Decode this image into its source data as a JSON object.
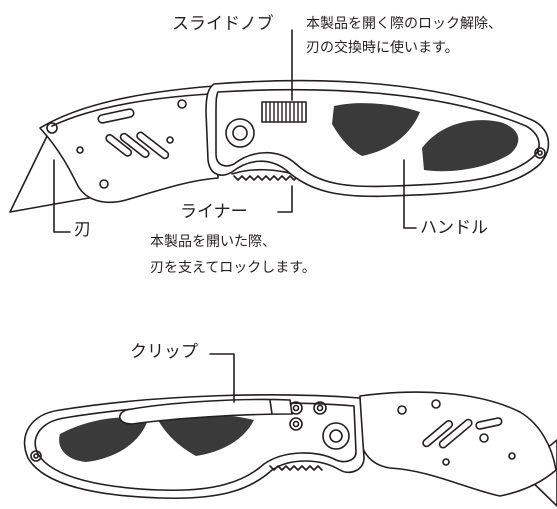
{
  "labels": {
    "slide_knob": {
      "name": "スライドノブ",
      "desc_line1": "本製品を開く際のロック解除、",
      "desc_line2": "刃の交換時に使います。"
    },
    "blade": {
      "name": "刃"
    },
    "liner": {
      "name": "ライナー",
      "desc_line1": "本製品を開いた際、",
      "desc_line2": "刃を支えてロックします。"
    },
    "handle": {
      "name": "ハンドル"
    },
    "clip": {
      "name": "クリップ"
    }
  },
  "colors": {
    "line": "#231f20",
    "grip": "#3a3a3a",
    "background": "#ffffff"
  }
}
